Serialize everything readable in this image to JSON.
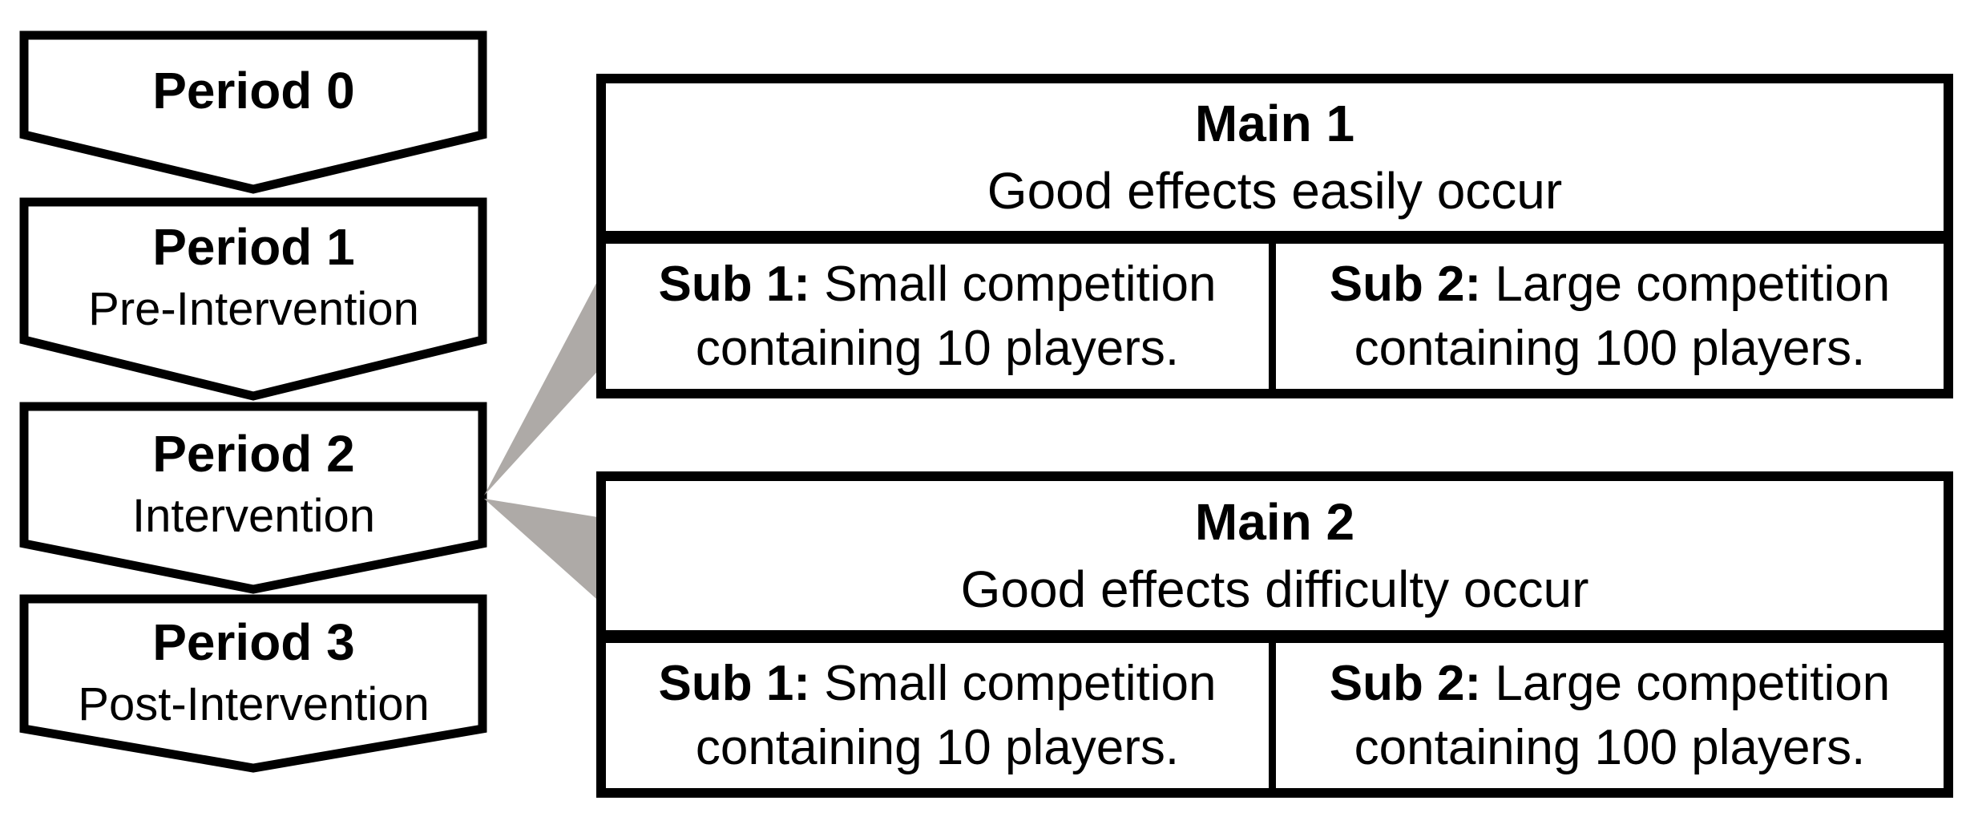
{
  "figure": {
    "background": "#ffffff",
    "line_color": "#000000",
    "connector_color": "#aeaaa7",
    "timeline": {
      "steps": [
        {
          "title": "Period 0",
          "subtitle": ""
        },
        {
          "title": "Period 1",
          "subtitle": "Pre-Intervention"
        },
        {
          "title": "Period 2",
          "subtitle": "Intervention"
        },
        {
          "title": "Period 3",
          "subtitle": "Post-Intervention"
        }
      ]
    },
    "mains": [
      {
        "title": "Main 1",
        "description": "Good effects easily occur",
        "subs": [
          {
            "label": "Sub 1:",
            "text": "Small competition containing 10 players."
          },
          {
            "label": "Sub 2:",
            "text": "Large competition containing 100 players."
          }
        ]
      },
      {
        "title": "Main 2",
        "description": "Good effects difficulty occur",
        "subs": [
          {
            "label": "Sub 1:",
            "text": "Small competition containing 10 players."
          },
          {
            "label": "Sub 2:",
            "text": "Large competition containing 100 players."
          }
        ]
      }
    ]
  }
}
